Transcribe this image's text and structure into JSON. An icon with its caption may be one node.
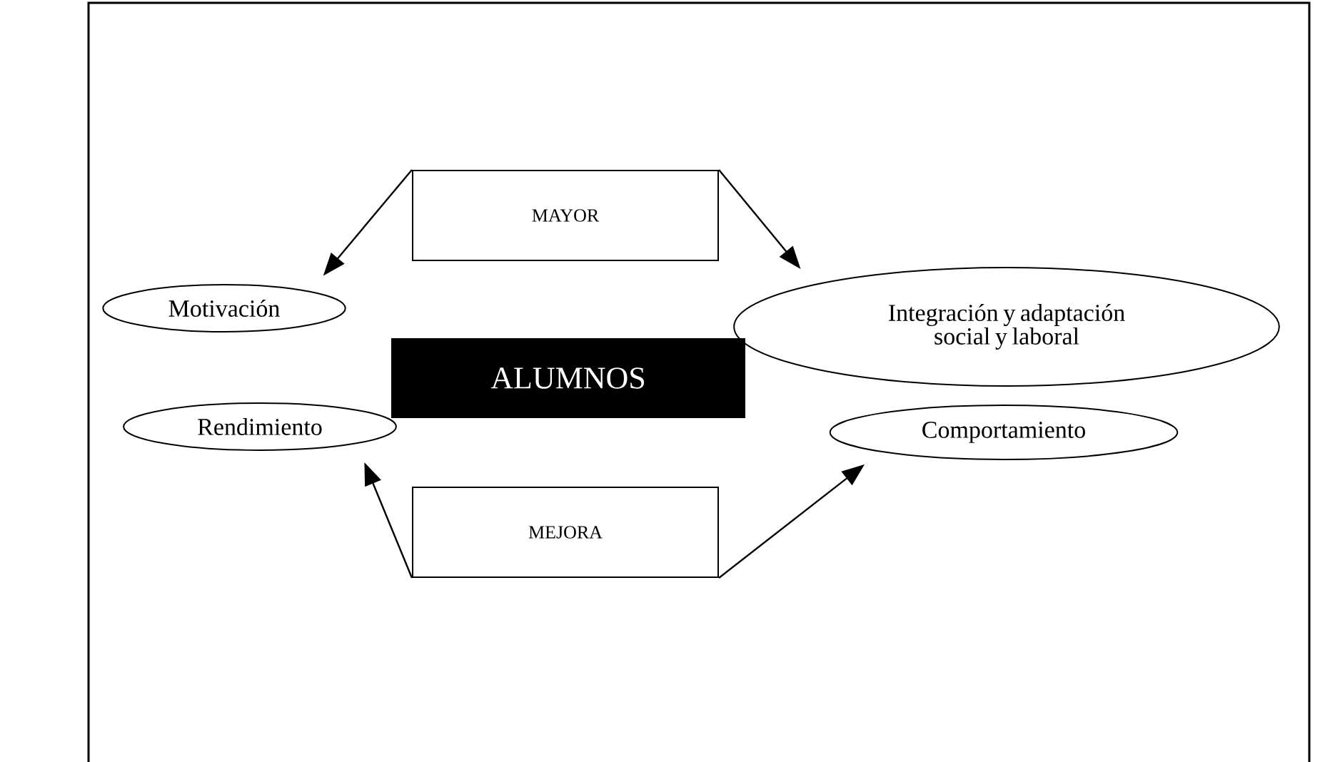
{
  "diagram": {
    "nodes": [
      {
        "text": [
          "MAYOR"
        ]
      },
      {
        "text": [
          "Motivación"
        ]
      },
      {
        "text": [
          "Integración y adaptación social y laboral"
        ]
      },
      {
        "text": [
          "ALUMNOS"
        ]
      },
      {
        "text": [
          "Rendimiento"
        ]
      },
      {
        "text": [
          "Comportamiento"
        ]
      },
      {
        "text": [
          "MEJORA"
        ]
      }
    ],
    "edges": [
      {
        "from": 0,
        "to": 1,
        "arrow": "to"
      },
      {
        "from": 0,
        "to": 2,
        "arrow": "to"
      },
      {
        "from": 6,
        "to": 4,
        "arrow": "to"
      },
      {
        "from": 6,
        "to": 5,
        "arrow": "to"
      }
    ]
  }
}
